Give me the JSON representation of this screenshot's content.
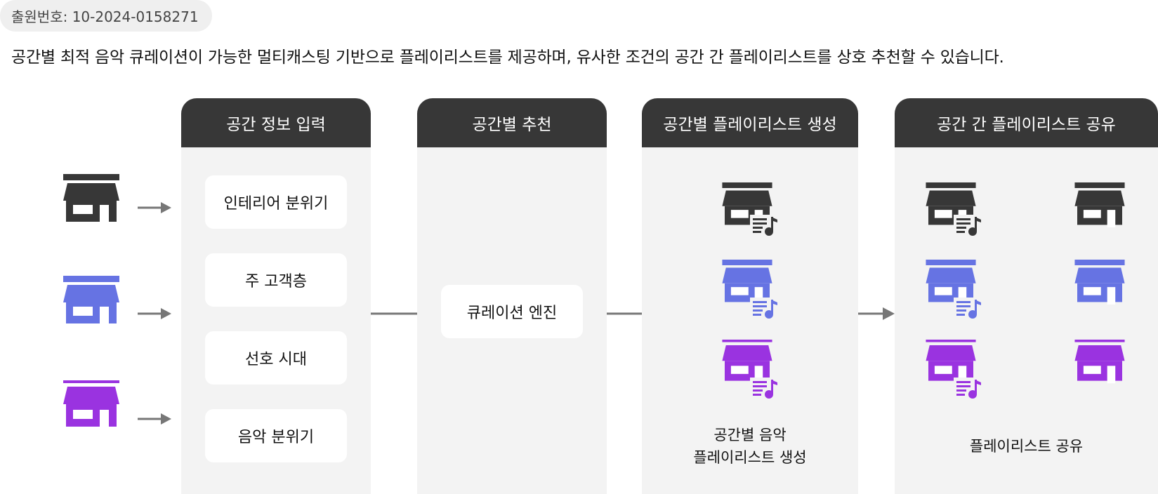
{
  "header": {
    "application_number": "출원번호: 10-2024-0158271",
    "title": "공간별 최적 음악 큐레이션이 가능한 멀티캐스팅 기반으로 플레이리스트를 제공하며, 유사한 조건의 공간 간 플레이리스트를 상호 추천할 수 있습니다."
  },
  "colors": {
    "dark": "#373737",
    "blue": "#6673e3",
    "purple": "#9a33e0",
    "panel_bg": "#f3f3f3",
    "connector": "#777777"
  },
  "panels": [
    {
      "title": "공간 정보 입력",
      "items": [
        "인테리어 분위기",
        "주 고객층",
        "선호 시대",
        "음악 분위기"
      ]
    },
    {
      "title": "공간별 추천",
      "items": [
        "큐레이션 엔진"
      ]
    },
    {
      "title": "공간별 플레이리스트 생성",
      "caption_line1": "공간별 음악",
      "caption_line2": "플레이리스트 생성"
    },
    {
      "title": "공간 간 플레이리스트 공유",
      "caption": "플레이리스트 공유"
    }
  ],
  "icons": [
    "store-icon",
    "playlist-icon",
    "arrow-right-icon"
  ]
}
